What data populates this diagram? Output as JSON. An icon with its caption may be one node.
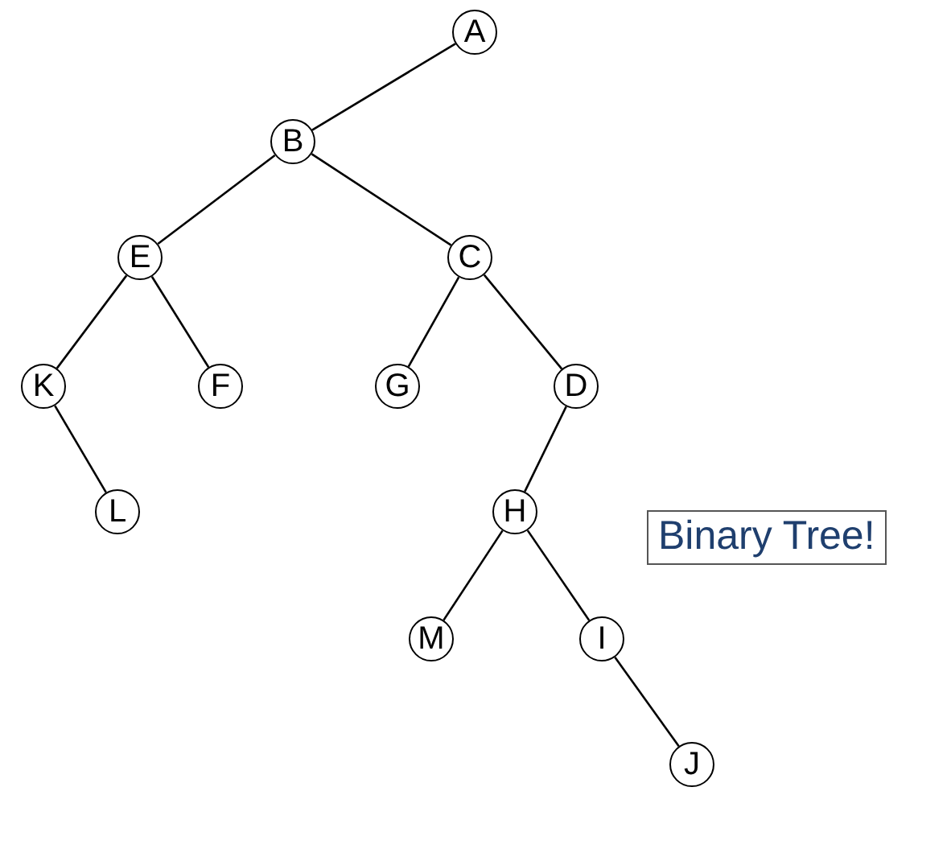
{
  "diagram": {
    "nodes": [
      {
        "text": [
          "A"
        ]
      },
      {
        "text": [
          "B"
        ]
      },
      {
        "text": [
          "E"
        ]
      },
      {
        "text": [
          "C"
        ]
      },
      {
        "text": [
          "K"
        ]
      },
      {
        "text": [
          "F"
        ]
      },
      {
        "text": [
          "G"
        ]
      },
      {
        "text": [
          "D"
        ]
      },
      {
        "text": [
          "L"
        ]
      },
      {
        "text": [
          "H"
        ]
      },
      {
        "text": [
          "Binary Tree!"
        ]
      },
      {
        "text": [
          "M"
        ]
      },
      {
        "text": [
          "I"
        ]
      },
      {
        "text": [
          "J"
        ]
      }
    ],
    "edges": [
      {
        "from": 0,
        "to": 1,
        "arrow": "none"
      },
      {
        "from": 1,
        "to": 2,
        "arrow": "none"
      },
      {
        "from": 1,
        "to": 3,
        "arrow": "none"
      },
      {
        "from": 2,
        "to": 4,
        "arrow": "none"
      },
      {
        "from": 2,
        "to": 5,
        "arrow": "none"
      },
      {
        "from": 3,
        "to": 6,
        "arrow": "none"
      },
      {
        "from": 3,
        "to": 7,
        "arrow": "none"
      },
      {
        "from": 4,
        "to": 8,
        "arrow": "none"
      },
      {
        "from": 7,
        "to": 9,
        "arrow": "none"
      },
      {
        "from": 9,
        "to": 11,
        "arrow": "none"
      },
      {
        "from": 9,
        "to": 12,
        "arrow": "none"
      },
      {
        "from": 12,
        "to": 13,
        "arrow": "none"
      }
    ]
  }
}
